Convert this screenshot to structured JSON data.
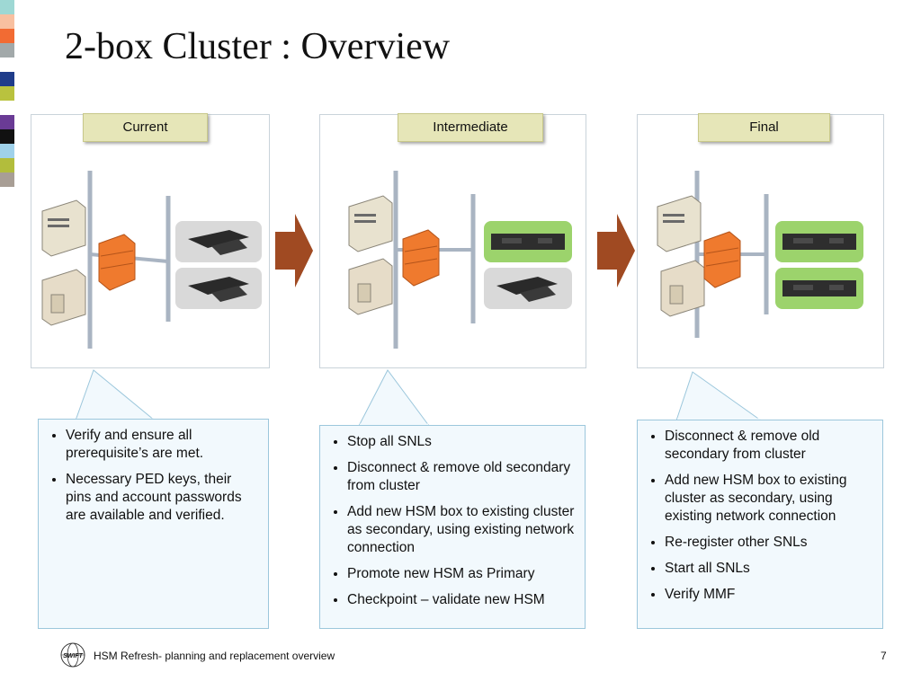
{
  "slide": {
    "title": "2-box Cluster : Overview",
    "swatches": [
      "#9ed8d4",
      "#f8c0a0",
      "#f26b33",
      "#a2a9aa",
      "#ffffff",
      "#1f3c8a",
      "#b9c23e",
      "#ffffff",
      "#6a3b95",
      "#111111",
      "#9fd1ea",
      "#b2bd3c",
      "#a89e95"
    ]
  },
  "panels": [
    {
      "label": "Current"
    },
    {
      "label": "Intermediate"
    },
    {
      "label": "Final"
    }
  ],
  "notes": [
    {
      "items": [
        "Verify and ensure all prerequisite’s are met.",
        "Necessary PED keys, their pins and account passwords are available and verified."
      ]
    },
    {
      "items": [
        "Stop all SNLs",
        "Disconnect & remove old secondary from cluster",
        "Add new HSM box to existing cluster as secondary, using existing network connection",
        "Promote new HSM as Primary",
        "Checkpoint – validate new HSM"
      ]
    },
    {
      "items": [
        "Disconnect & remove old secondary from cluster",
        "Add new HSM box to existing cluster as secondary, using existing network connection",
        "Re-register other SNLs",
        "Start all SNLs",
        "Verify MMF"
      ]
    }
  ],
  "footer": {
    "logo_text": "SWIFT",
    "text": "HSM Refresh- planning and replacement overview",
    "page_number": "7"
  },
  "colors": {
    "label_bg": "#e6e6b8",
    "note_bg": "#f2f9fd",
    "note_border": "#9cc7dc",
    "arrow": "#a04a22",
    "hsm_new_bg": "#9cd36c"
  }
}
